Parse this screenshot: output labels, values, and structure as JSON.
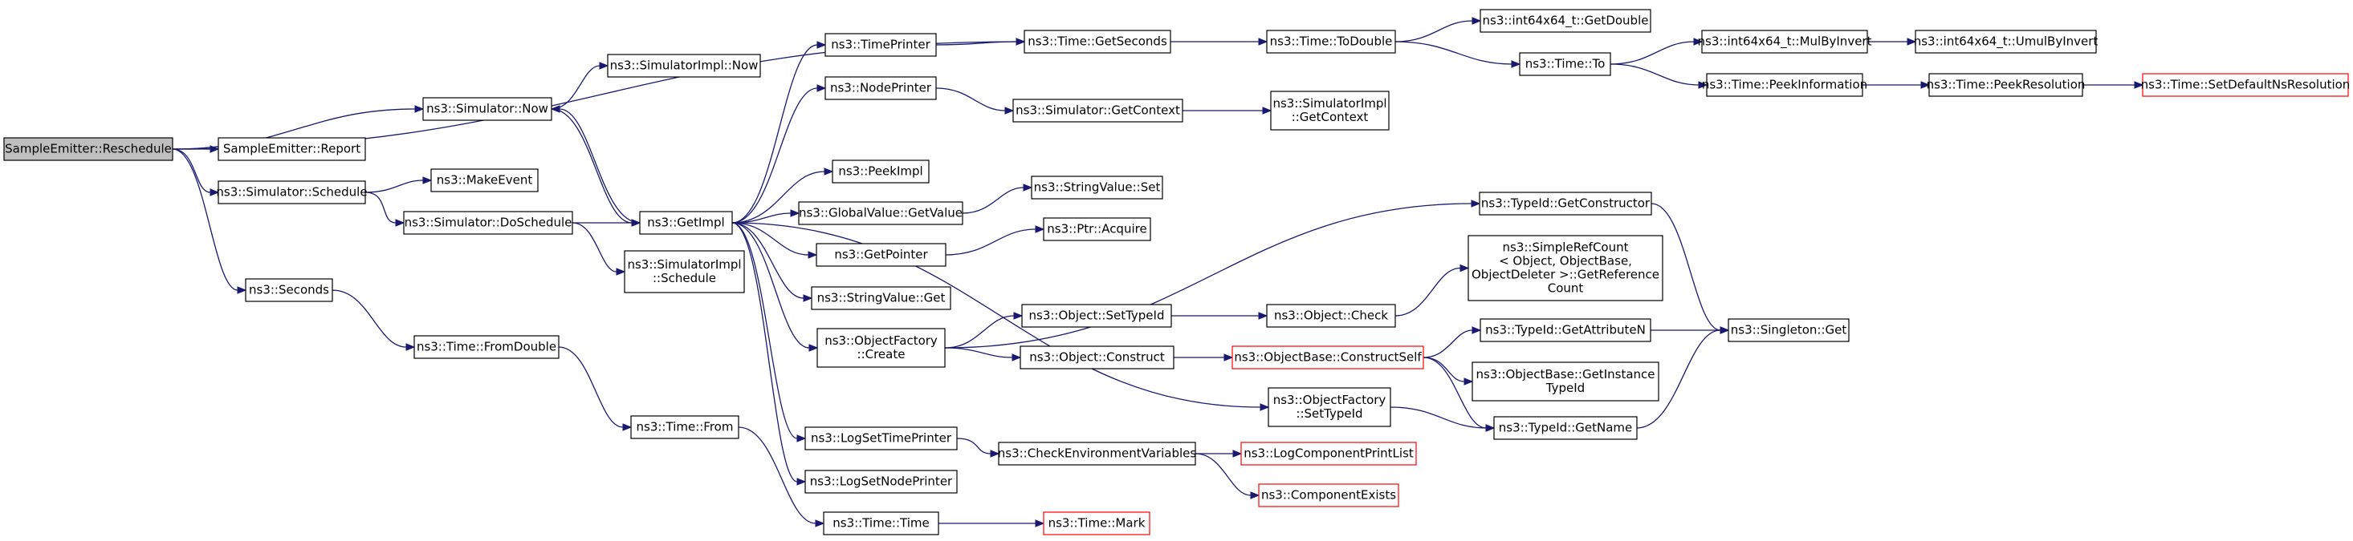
{
  "diagram": {
    "colors": {
      "edge": "#191970",
      "root_fill": "#bfbfbf",
      "node_fill": "#ffffff",
      "node_border": "#000000",
      "truncated_border": "#ff0000"
    },
    "nodes": [
      {
        "id": "reschedule",
        "lines": [
          "SampleEmitter::Reschedule"
        ],
        "root": true
      },
      {
        "id": "report",
        "lines": [
          "SampleEmitter::Report"
        ]
      },
      {
        "id": "sim_schedule",
        "lines": [
          "ns3::Simulator::Schedule"
        ]
      },
      {
        "id": "seconds",
        "lines": [
          "ns3::Seconds"
        ]
      },
      {
        "id": "sim_now",
        "lines": [
          "ns3::Simulator::Now"
        ]
      },
      {
        "id": "simimpl_now",
        "lines": [
          "ns3::SimulatorImpl::Now"
        ]
      },
      {
        "id": "make_event",
        "lines": [
          "ns3::MakeEvent"
        ]
      },
      {
        "id": "do_schedule",
        "lines": [
          "ns3::Simulator::DoSchedule"
        ]
      },
      {
        "id": "simimpl_schedule",
        "lines": [
          "ns3::SimulatorImpl",
          "::Schedule"
        ]
      },
      {
        "id": "from_double",
        "lines": [
          "ns3::Time::FromDouble"
        ]
      },
      {
        "id": "time_from",
        "lines": [
          "ns3::Time::From"
        ]
      },
      {
        "id": "get_impl",
        "lines": [
          "ns3::GetImpl"
        ]
      },
      {
        "id": "time_printer",
        "lines": [
          "ns3::TimePrinter"
        ]
      },
      {
        "id": "node_printer",
        "lines": [
          "ns3::NodePrinter"
        ]
      },
      {
        "id": "peek_impl",
        "lines": [
          "ns3::PeekImpl"
        ]
      },
      {
        "id": "gv_getvalue",
        "lines": [
          "ns3::GlobalValue::GetValue"
        ]
      },
      {
        "id": "get_pointer",
        "lines": [
          "ns3::GetPointer"
        ]
      },
      {
        "id": "sv_get",
        "lines": [
          "ns3::StringValue::Get"
        ]
      },
      {
        "id": "of_create",
        "lines": [
          "ns3::ObjectFactory",
          "::Create"
        ]
      },
      {
        "id": "log_set_time",
        "lines": [
          "ns3::LogSetTimePrinter"
        ]
      },
      {
        "id": "log_set_node",
        "lines": [
          "ns3::LogSetNodePrinter"
        ]
      },
      {
        "id": "time_time",
        "lines": [
          "ns3::Time::Time"
        ]
      },
      {
        "id": "get_seconds",
        "lines": [
          "ns3::Time::GetSeconds"
        ]
      },
      {
        "id": "sim_get_context",
        "lines": [
          "ns3::Simulator::GetContext"
        ]
      },
      {
        "id": "sv_set",
        "lines": [
          "ns3::StringValue::Set"
        ]
      },
      {
        "id": "ptr_acquire",
        "lines": [
          "ns3::Ptr::Acquire"
        ]
      },
      {
        "id": "obj_set_type_id",
        "lines": [
          "ns3::Object::SetTypeId"
        ]
      },
      {
        "id": "obj_construct",
        "lines": [
          "ns3::Object::Construct"
        ]
      },
      {
        "id": "check_env",
        "lines": [
          "ns3::CheckEnvironmentVariables"
        ]
      },
      {
        "id": "time_mark",
        "lines": [
          "ns3::Time::Mark"
        ],
        "truncated": true
      },
      {
        "id": "to_double",
        "lines": [
          "ns3::Time::ToDouble"
        ]
      },
      {
        "id": "simimpl_get_context",
        "lines": [
          "ns3::SimulatorImpl",
          "::GetContext"
        ]
      },
      {
        "id": "obj_check",
        "lines": [
          "ns3::Object::Check"
        ]
      },
      {
        "id": "ob_construct_self",
        "lines": [
          "ns3::ObjectBase::ConstructSelf"
        ],
        "truncated": true
      },
      {
        "id": "of_set_type_id",
        "lines": [
          "ns3::ObjectFactory",
          "::SetTypeId"
        ]
      },
      {
        "id": "log_comp_print",
        "lines": [
          "ns3::LogComponentPrintList"
        ],
        "truncated": true
      },
      {
        "id": "comp_exists",
        "lines": [
          "ns3::ComponentExists"
        ],
        "truncated": true
      },
      {
        "id": "int64_getdouble",
        "lines": [
          "ns3::int64x64_t::GetDouble"
        ]
      },
      {
        "id": "time_to",
        "lines": [
          "ns3::Time::To"
        ]
      },
      {
        "id": "typeid_get_ctor",
        "lines": [
          "ns3::TypeId::GetConstructor"
        ]
      },
      {
        "id": "simple_ref_count",
        "lines": [
          "ns3::SimpleRefCount",
          "< Object, ObjectBase,",
          " ObjectDeleter >::GetReference",
          "Count"
        ]
      },
      {
        "id": "typeid_get_attr",
        "lines": [
          "ns3::TypeId::GetAttributeN"
        ]
      },
      {
        "id": "ob_get_instance_typeid",
        "lines": [
          "ns3::ObjectBase::GetInstance",
          "TypeId"
        ]
      },
      {
        "id": "typeid_get_name",
        "lines": [
          "ns3::TypeId::GetName"
        ]
      },
      {
        "id": "int64_mul_by_invert",
        "lines": [
          "ns3::int64x64_t::MulByInvert"
        ]
      },
      {
        "id": "peek_information",
        "lines": [
          "ns3::Time::PeekInformation"
        ]
      },
      {
        "id": "int64_umul_by_invert",
        "lines": [
          "ns3::int64x64_t::UmulByInvert"
        ]
      },
      {
        "id": "peek_resolution",
        "lines": [
          "ns3::Time::PeekResolution"
        ]
      },
      {
        "id": "singleton_get",
        "lines": [
          "ns3::Singleton::Get"
        ]
      },
      {
        "id": "set_default_ns_res",
        "lines": [
          "ns3::Time::SetDefaultNsResolution"
        ],
        "truncated": true
      }
    ],
    "edges": [
      [
        "reschedule",
        "report"
      ],
      [
        "reschedule",
        "sim_schedule"
      ],
      [
        "reschedule",
        "seconds"
      ],
      [
        "reschedule",
        "sim_now"
      ],
      [
        "reschedule",
        "get_seconds"
      ],
      [
        "sim_now",
        "simimpl_now"
      ],
      [
        "sim_now",
        "get_impl"
      ],
      [
        "sim_schedule",
        "make_event"
      ],
      [
        "sim_schedule",
        "do_schedule"
      ],
      [
        "do_schedule",
        "get_impl"
      ],
      [
        "do_schedule",
        "simimpl_schedule"
      ],
      [
        "seconds",
        "from_double"
      ],
      [
        "from_double",
        "time_from"
      ],
      [
        "time_from",
        "time_time"
      ],
      [
        "time_time",
        "time_mark"
      ],
      [
        "get_impl",
        "time_printer"
      ],
      [
        "get_impl",
        "node_printer"
      ],
      [
        "get_impl",
        "peek_impl"
      ],
      [
        "get_impl",
        "gv_getvalue"
      ],
      [
        "get_impl",
        "get_pointer"
      ],
      [
        "get_impl",
        "sv_get"
      ],
      [
        "get_impl",
        "of_create"
      ],
      [
        "get_impl",
        "of_set_type_id"
      ],
      [
        "get_impl",
        "log_set_time"
      ],
      [
        "get_impl",
        "log_set_node"
      ],
      [
        "get_impl",
        "sim_now"
      ],
      [
        "time_printer",
        "get_seconds"
      ],
      [
        "node_printer",
        "sim_get_context"
      ],
      [
        "gv_getvalue",
        "sv_set"
      ],
      [
        "get_pointer",
        "ptr_acquire"
      ],
      [
        "of_create",
        "obj_set_type_id"
      ],
      [
        "of_create",
        "obj_construct"
      ],
      [
        "of_create",
        "typeid_get_ctor"
      ],
      [
        "log_set_time",
        "check_env"
      ],
      [
        "check_env",
        "log_comp_print"
      ],
      [
        "check_env",
        "comp_exists"
      ],
      [
        "get_seconds",
        "to_double"
      ],
      [
        "to_double",
        "int64_getdouble"
      ],
      [
        "to_double",
        "time_to"
      ],
      [
        "time_to",
        "int64_mul_by_invert"
      ],
      [
        "time_to",
        "peek_information"
      ],
      [
        "int64_mul_by_invert",
        "int64_umul_by_invert"
      ],
      [
        "peek_information",
        "peek_resolution"
      ],
      [
        "peek_resolution",
        "set_default_ns_res"
      ],
      [
        "sim_get_context",
        "simimpl_get_context"
      ],
      [
        "obj_set_type_id",
        "obj_check"
      ],
      [
        "obj_check",
        "simple_ref_count"
      ],
      [
        "obj_construct",
        "ob_construct_self"
      ],
      [
        "ob_construct_self",
        "typeid_get_attr"
      ],
      [
        "ob_construct_self",
        "ob_get_instance_typeid"
      ],
      [
        "ob_construct_self",
        "typeid_get_name"
      ],
      [
        "of_set_type_id",
        "typeid_get_name"
      ],
      [
        "typeid_get_attr",
        "singleton_get"
      ],
      [
        "typeid_get_ctor",
        "singleton_get"
      ],
      [
        "typeid_get_name",
        "singleton_get"
      ]
    ]
  }
}
